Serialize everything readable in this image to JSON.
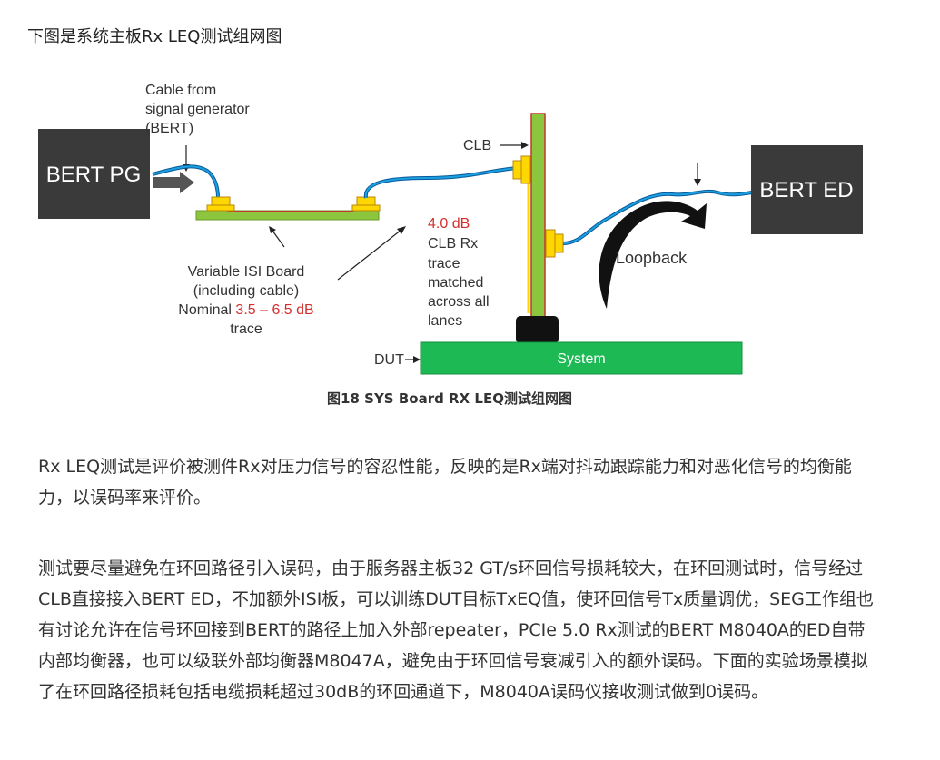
{
  "intro_text": "下图是系统主板Rx LEQ测试组网图",
  "diagram": {
    "bert_pg": "BERT PG",
    "bert_ed": "BERT ED",
    "cable_from": [
      "Cable from",
      "signal generator",
      "(BERT)"
    ],
    "clb": "CLB",
    "clb_loss": "4.0 dB",
    "clb_desc": [
      "CLB Rx",
      "trace",
      "matched",
      "across all",
      "lanes"
    ],
    "isi_board": [
      "Variable ISI Board",
      "(including cable)"
    ],
    "nominal_label": "Nominal ",
    "nominal_range": "3.5 – 6.5 dB",
    "trace": "trace",
    "loopback": "Loopback",
    "dut": "DUT",
    "system": "System",
    "colors": {
      "dark_box": "#3a3a3a",
      "cable": "#1a9fe0",
      "cable_dark": "#0a5a9a",
      "board_green": "#8cc63f",
      "board_edge": "#c0392b",
      "connector_yellow": "#ffd700",
      "system_green": "#1db954",
      "red_text": "#d32f2f"
    }
  },
  "caption": "图18 SYS Board RX LEQ测试组网图",
  "paragraphs": [
    "Rx LEQ测试是评价被测件Rx对压力信号的容忍性能，反映的是Rx端对抖动跟踪能力和对恶化信号的均衡能力，以误码率来评价。",
    "测试要尽量避免在环回路径引入误码，由于服务器主板32 GT/s环回信号损耗较大，在环回测试时，信号经过CLB直接接入BERT ED，不加额外ISI板，可以训练DUT目标TxEQ值，使环回信号Tx质量调优，SEG工作组也有讨论允许在信号环回接到BERT的路径上加入外部repeater，PCIe 5.0 Rx测试的BERT M8040A的ED自带内部均衡器，也可以级联外部均衡器M8047A，避免由于环回信号衰减引入的额外误码。下面的实验场景模拟了在环回路径损耗包括电缆损耗超过30dB的环回通道下，M8040A误码仪接收测试做到0误码。"
  ]
}
